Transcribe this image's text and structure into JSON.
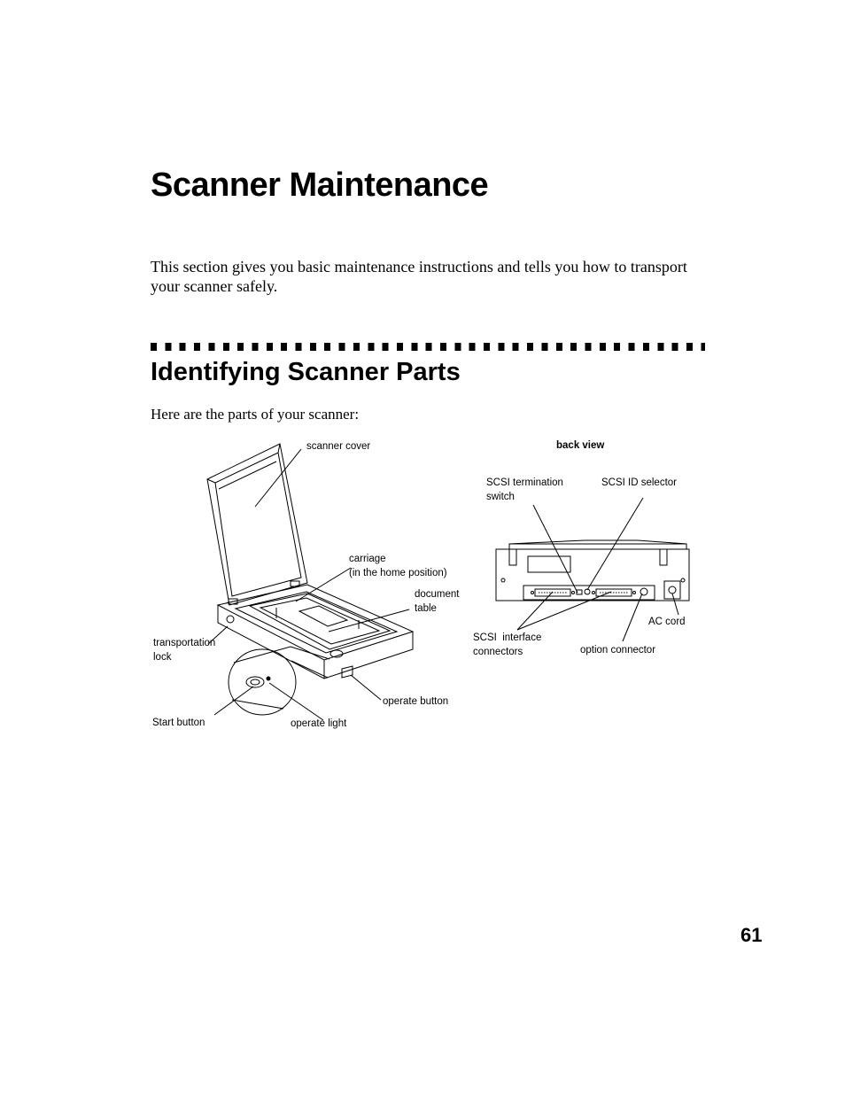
{
  "page": {
    "title": "Scanner Maintenance",
    "intro": "This section gives you basic maintenance instructions and tells you how to transport your scanner safely.",
    "section_title": "Identifying Scanner Parts",
    "lead": "Here are the parts of your scanner:",
    "page_number": "61"
  },
  "figure": {
    "front_labels": {
      "scanner_cover": "scanner cover",
      "carriage": "carriage\n(in the home position)",
      "document_table": "document\ntable",
      "transportation_lock": "transportation\nlock",
      "operate_button": "operate button",
      "start_button": "Start button",
      "operate_light": "operate light"
    },
    "back_view": {
      "caption": "back view",
      "scsi_termination_switch": "SCSI termination\nswitch",
      "scsi_id_selector": "SCSI ID selector",
      "ac_cord": "AC cord",
      "scsi_interface_connectors": "SCSI  interface\nconnectors",
      "option_connector": "option connector"
    }
  }
}
